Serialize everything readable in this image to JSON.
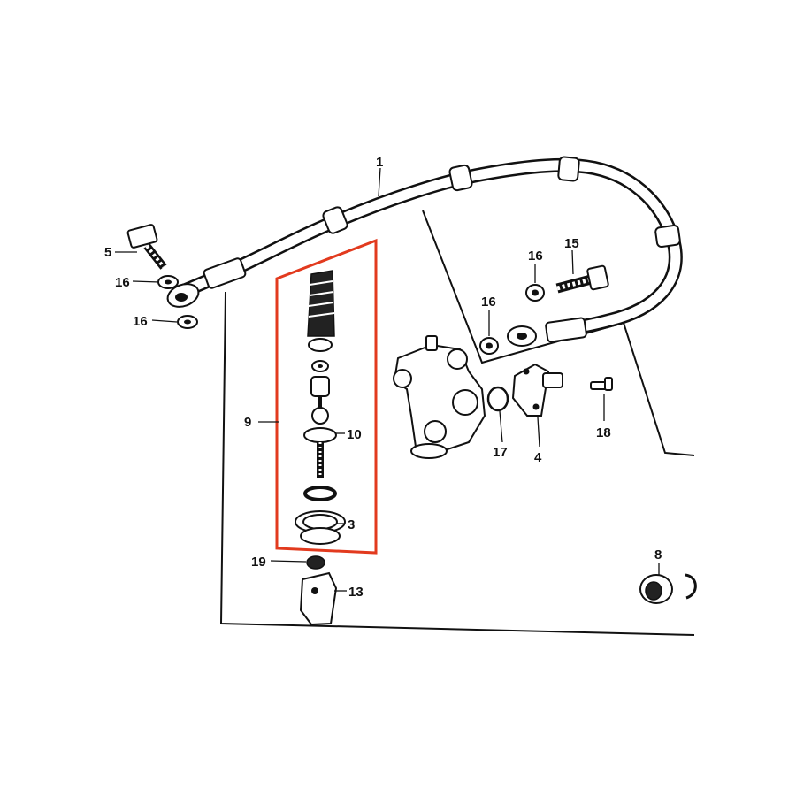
{
  "diagram": {
    "highlight_color": "#e23a1e",
    "line_color": "#111111",
    "callouts": {
      "c1": "1",
      "c3": "3",
      "c4": "4",
      "c5": "5",
      "c8": "8",
      "c9": "9",
      "c10": "10",
      "c13": "13",
      "c15": "15",
      "c16a": "16",
      "c16b": "16",
      "c16c": "16",
      "c16d": "16",
      "c17": "17",
      "c18": "18",
      "c19": "19"
    }
  }
}
